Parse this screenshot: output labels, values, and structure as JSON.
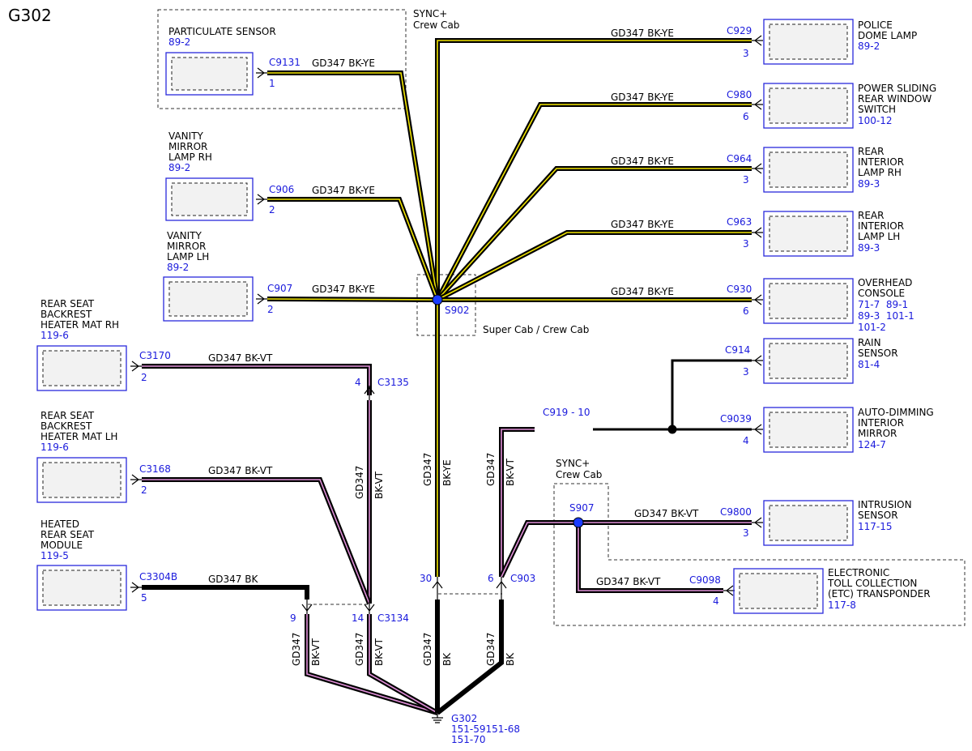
{
  "title": "G302",
  "wire_circuit": "GD347",
  "colors": {
    "BK-YE": "BK-YE",
    "BK-VT": "BK-VT",
    "BK": "BK"
  },
  "zones": {
    "sync_crew_top": [
      "SYNC+",
      "Crew Cab"
    ],
    "super_crew": "Super Cab / Crew Cab",
    "sync_crew_lower": [
      "SYNC+",
      "Crew Cab"
    ]
  },
  "components": {
    "particulate": {
      "name": [
        "PARTICULATE SENSOR"
      ],
      "ref": "89-2",
      "conn": "C9131",
      "pin": "1"
    },
    "vanity_rh": {
      "name": [
        "VANITY",
        "MIRROR",
        "LAMP RH"
      ],
      "ref": "89-2",
      "conn": "C906",
      "pin": "2"
    },
    "vanity_lh": {
      "name": [
        "VANITY",
        "MIRROR",
        "LAMP LH"
      ],
      "ref": "89-2",
      "conn": "C907",
      "pin": "2"
    },
    "backrest_rh": {
      "name": [
        "REAR SEAT",
        "BACKREST",
        "HEATER MAT RH"
      ],
      "ref": "119-6",
      "conn": "C3170",
      "pin": "2"
    },
    "backrest_lh": {
      "name": [
        "REAR SEAT",
        "BACKREST",
        "HEATER MAT LH"
      ],
      "ref": "119-6",
      "conn": "C3168",
      "pin": "2"
    },
    "heated_module": {
      "name": [
        "HEATED",
        "REAR SEAT",
        "MODULE"
      ],
      "ref": "119-5",
      "conn": "C3304B",
      "pin": "5"
    },
    "police_dome": {
      "name": [
        "POLICE",
        "DOME LAMP"
      ],
      "ref": "89-2",
      "conn": "C929",
      "pin": "3"
    },
    "sliding_window": {
      "name": [
        "POWER SLIDING",
        "REAR WINDOW",
        "SWITCH"
      ],
      "ref": "100-12",
      "conn": "C980",
      "pin": "6"
    },
    "lamp_rh": {
      "name": [
        "REAR",
        "INTERIOR",
        "LAMP RH"
      ],
      "ref": "89-3",
      "conn": "C964",
      "pin": "3"
    },
    "lamp_lh": {
      "name": [
        "REAR",
        "INTERIOR",
        "LAMP LH"
      ],
      "ref": "89-3",
      "conn": "C963",
      "pin": "3"
    },
    "overhead": {
      "name": [
        "OVERHEAD",
        "CONSOLE"
      ],
      "refs": [
        "71-7  89-1",
        "89-3  101-1",
        "101-2"
      ],
      "conn": "C930",
      "pin": "6"
    },
    "rain": {
      "name": [
        "RAIN",
        "SENSOR"
      ],
      "ref": "81-4",
      "conn": "C914",
      "pin": "3"
    },
    "auto_dim": {
      "name": [
        "AUTO-DIMMING",
        "INTERIOR",
        "MIRROR"
      ],
      "ref": "124-7",
      "conn": "C9039",
      "pin": "4"
    },
    "intrusion": {
      "name": [
        "INTRUSION",
        "SENSOR"
      ],
      "ref": "117-15",
      "conn": "C9800",
      "pin": "3"
    },
    "etc": {
      "name": [
        "ELECTRONIC",
        "TOLL COLLECTION",
        "(ETC) TRANSPONDER"
      ],
      "ref": "117-8",
      "conn": "C9098",
      "pin": "4"
    }
  },
  "splices": {
    "s902": "S902",
    "s907": "S907"
  },
  "inline": {
    "c3135": {
      "conn": "C3135",
      "pin": "4"
    },
    "c3134": {
      "conn": "C3134",
      "pin_a": "9",
      "pin_b": "14"
    },
    "c903": {
      "conn": "C903",
      "pin_a": "30",
      "pin_b": "6"
    },
    "c919": {
      "conn": "C919",
      "sep": "-",
      "pin": "10"
    }
  },
  "ground": {
    "name": "G302",
    "refs": [
      "151-59151-68",
      "151-70"
    ]
  }
}
